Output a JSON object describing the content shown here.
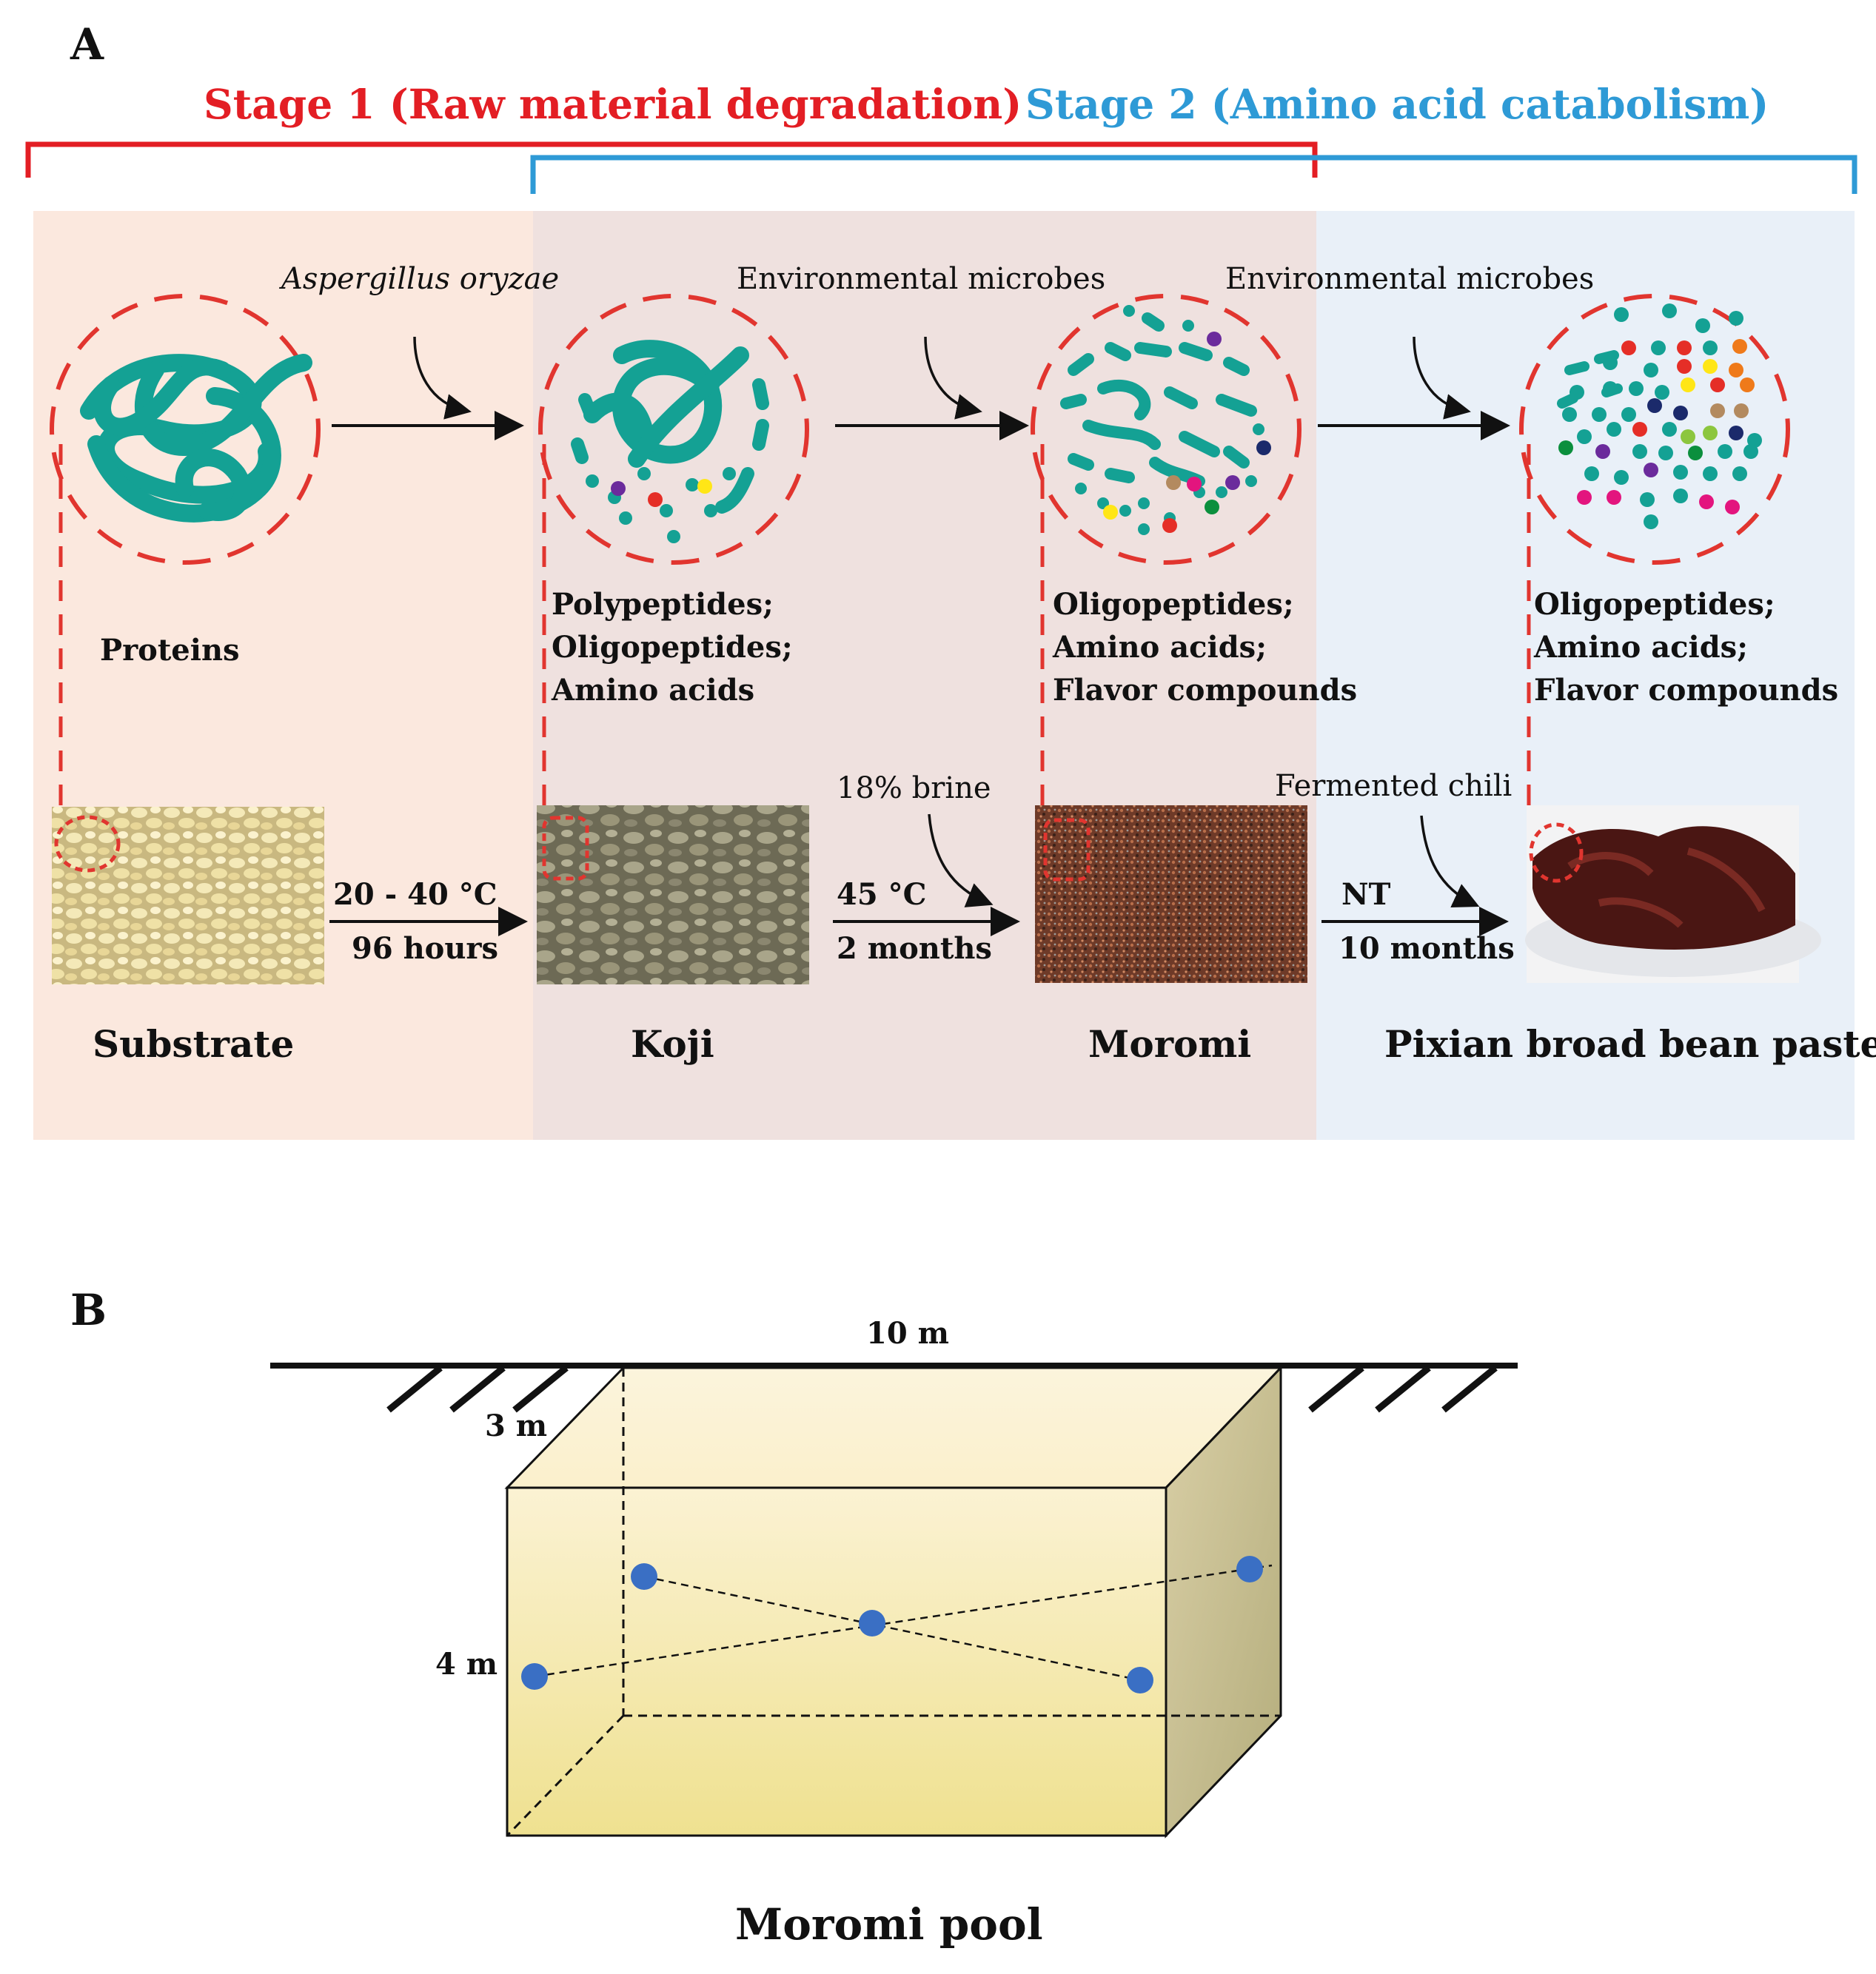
{
  "panel_a": {
    "label": "A",
    "stage1": {
      "title": "Stage 1 (Raw material degradation)",
      "color": "#e31e24"
    },
    "stage2": {
      "title": "Stage 2 (Amino acid catabolism)",
      "color": "#2e9ad6"
    },
    "colors": {
      "bg_substrate": "#fbe8de",
      "bg_middle": "#efe1df",
      "bg_paste": "#e9f0f8",
      "protein": "#14a194",
      "dashed_red": "#e1352f"
    },
    "agents": {
      "a1": "Aspergillus oryzae",
      "a2": "Environmental microbes",
      "a3": "Environmental microbes"
    },
    "products": {
      "p0": [
        "Proteins"
      ],
      "p1": [
        "Polypeptides;",
        "Oligopeptides;",
        "Amino acids"
      ],
      "p2": [
        "Oligopeptides;",
        "Amino acids;",
        "Flavor compounds"
      ],
      "p3": [
        "Oligopeptides;",
        "Amino acids;",
        "Flavor compounds"
      ]
    },
    "additives": {
      "brine": "18% brine",
      "chili": "Fermented chili"
    },
    "conditions": {
      "c1": [
        "20 - 40 °C",
        "96 hours"
      ],
      "c2": [
        "45 °C",
        "2 months"
      ],
      "c3": [
        "NT",
        "10 months"
      ]
    },
    "materials": [
      "Substrate",
      "Koji",
      "Moromi",
      "Pixian broad bean paste"
    ]
  },
  "panel_b": {
    "label": "B",
    "length": "10 m",
    "width": "3 m",
    "depth": "4 m",
    "caption": "Moromi pool",
    "sample_point_color": "#3a6fc4"
  }
}
